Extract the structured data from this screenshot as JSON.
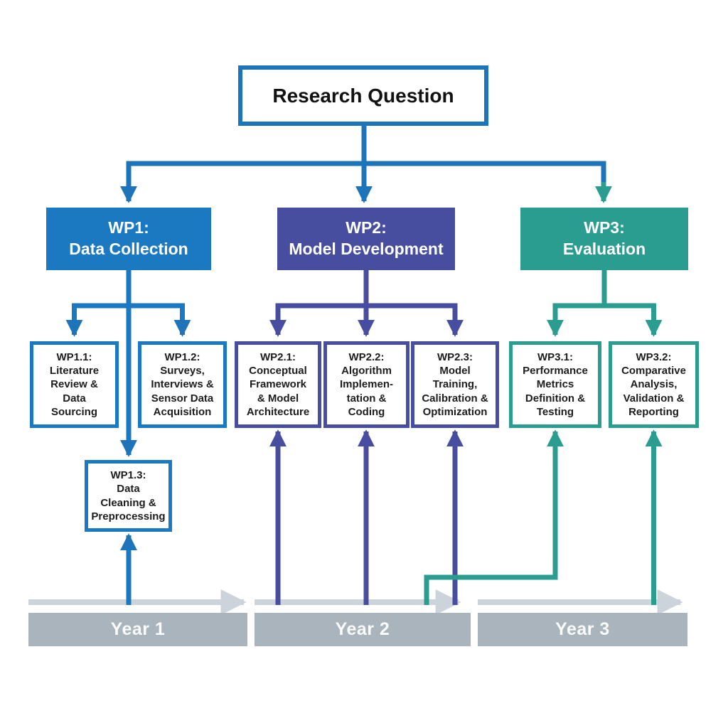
{
  "diagram": {
    "title_box": "Research Question",
    "work_packages": [
      {
        "label": "WP1:\nData Collection",
        "color": "#1b79c2"
      },
      {
        "label": "WP2:\nModel Development",
        "color": "#474d9f"
      },
      {
        "label": "WP3:\nEvaluation",
        "color": "#2a9c90"
      }
    ],
    "subtasks": [
      {
        "label": "WP1.1:\nLiterature\nReview &\nData\nSourcing"
      },
      {
        "label": "WP1.2:\nSurveys,\nInterviews &\nSensor Data\nAcquisition"
      },
      {
        "label": "WP1.3:\nData\nCleaning &\nPreprocessing"
      },
      {
        "label": "WP2.1:\nConceptual\nFramework\n& Model\nArchitecture"
      },
      {
        "label": "WP2.2:\nAlgorithm\nImplemen-\ntation &\nCoding"
      },
      {
        "label": "WP2.3:\nModel\nTraining,\nCalibration &\nOptimization"
      },
      {
        "label": "WP3.1:\nPerformance\nMetrics\nDefinition &\nTesting"
      },
      {
        "label": "WP3.2:\nComparative\nAnalysis,\nValidation &\nReporting"
      }
    ],
    "timeline": {
      "years": [
        {
          "label": "Year 1"
        },
        {
          "label": "Year 2"
        },
        {
          "label": "Year 3"
        }
      ]
    },
    "colors": {
      "connector_blue": "#1e74b8",
      "wp1_blue": "#1b79c2",
      "wp2_indigo": "#474d9f",
      "wp3_teal": "#2a9c90",
      "timeline_arrow_gray": "#ccd3da",
      "year_bar_gray": "#a9b4bc"
    }
  }
}
